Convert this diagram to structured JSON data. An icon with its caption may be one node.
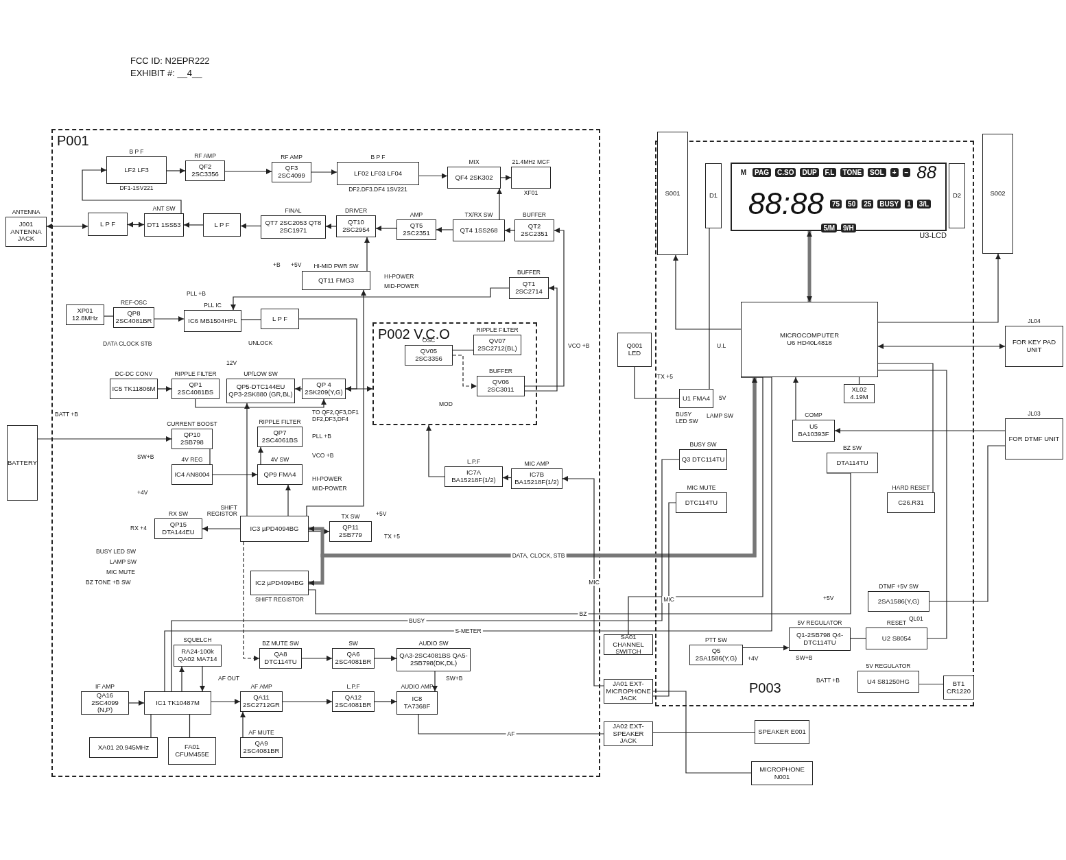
{
  "diagram": {
    "nodes": [
      {
        "text": [
          "P001"
        ]
      },
      {
        "text": [
          "B P F",
          "LF2 LF3",
          "DF1-1SV221"
        ],
        "in": 0
      },
      {
        "text": [
          "RF AMP",
          "QF2 2SC3356"
        ],
        "in": 0
      },
      {
        "text": [
          "RF AMP",
          "QF3 2SC4099"
        ],
        "in": 0
      },
      {
        "text": [
          "B P F",
          "LF02 LF03 LF04",
          "DF2.DF3.DF4 1SV221"
        ],
        "in": 0
      },
      {
        "text": [
          "MIX",
          "QF4 2SK302"
        ],
        "in": 0
      },
      {
        "text": [
          "21.4MHz MCF",
          "XF01"
        ],
        "in": 0
      },
      {
        "text": [
          "BUFFER",
          "QT2 2SC2351"
        ],
        "in": 0
      },
      {
        "text": [
          "TX/RX SW",
          "QT4 1SS268"
        ],
        "in": 0
      },
      {
        "text": [
          "AMP",
          "QT5 2SC2351"
        ],
        "in": 0
      },
      {
        "text": [
          "DRIVER",
          "QT10 2SC2954"
        ],
        "in": 0
      },
      {
        "text": [
          "FINAL",
          "QT7 2SC2053 QT8 2SC1971"
        ],
        "in": 0
      },
      {
        "text": [
          "L P F"
        ],
        "in": 0
      },
      {
        "text": [
          "ANT SW",
          "DT1 1SS53"
        ],
        "in": 0
      },
      {
        "text": [
          "L P F"
        ],
        "in": 0
      },
      {
        "text": [
          "ANTENNA",
          "J001 ANTENNA JACK"
        ]
      },
      {
        "text": [
          "HI-MID PWR SW",
          "QT11 FMG3"
        ],
        "in": 0
      },
      {
        "text": [
          "BUFFER",
          "QT1 2SC2714"
        ],
        "in": 0
      },
      {
        "text": [
          "XP01 12.8MHz"
        ],
        "in": 0
      },
      {
        "text": [
          "REF-OSC",
          "QP8 2SC4081BR"
        ],
        "in": 0
      },
      {
        "text": [
          "PLL IC",
          "IC6 MB1504HPL"
        ],
        "in": 0
      },
      {
        "text": [
          "L P F"
        ],
        "in": 0
      },
      {
        "text": [
          "P002 V.C.O"
        ],
        "in": 0
      },
      {
        "text": [
          "RIPPLE FILTER",
          "QV07 2SC2712(BL)"
        ],
        "in": 22
      },
      {
        "text": [
          "OSC",
          "QV05 2SC3356"
        ],
        "in": 22
      },
      {
        "text": [
          "BUFFER",
          "QV06 2SC3011"
        ],
        "in": 22
      },
      {
        "text": [
          "DC-DC CONV",
          "IC5 TK11806M"
        ],
        "in": 0
      },
      {
        "text": [
          "RIPPLE FILTER",
          "QP1 2SC4081BS"
        ],
        "in": 0
      },
      {
        "text": [
          "UP/LOW SW",
          "QP5-DTC144EU QP3-2SK880 (GR,BL)"
        ],
        "in": 0
      },
      {
        "text": [
          "QP 4 2SK209(Y,G)"
        ],
        "in": 0
      },
      {
        "text": [
          "CURRENT BOOST",
          "QP10 2SB798"
        ],
        "in": 0
      },
      {
        "text": [
          "4V REG",
          "IC4 AN8004"
        ],
        "in": 0
      },
      {
        "text": [
          "RIPPLE FILTER",
          "QP7 2SC4061BS"
        ],
        "in": 0
      },
      {
        "text": [
          "4V SW",
          "QP9 FMA4"
        ],
        "in": 0
      },
      {
        "text": [
          "L.P.F",
          "IC7A BA15218F(1/2)"
        ],
        "in": 0
      },
      {
        "text": [
          "MIC AMP",
          "IC7B BA15218F(1/2)"
        ],
        "in": 0
      },
      {
        "text": [
          "RX SW",
          "QP15 DTA144EU"
        ],
        "in": 0
      },
      {
        "text": [
          "SHIFT REGISTOR",
          "IC3 µPD4094BG"
        ],
        "in": 0
      },
      {
        "text": [
          "TX SW",
          "QP11 2SB779"
        ],
        "in": 0
      },
      {
        "text": [
          "IC2 µPD4094BG",
          "SHIFT REGISTOR"
        ],
        "in": 0
      },
      {
        "text": [
          "SQUELCH",
          "RA24-100k QA02 MA714"
        ],
        "in": 0
      },
      {
        "text": [
          "BZ MUTE SW",
          "QA8 DTC114TU"
        ],
        "in": 0
      },
      {
        "text": [
          "SW",
          "QA6 2SC4081BR"
        ],
        "in": 0
      },
      {
        "text": [
          "AUDIO SW",
          "QA3-2SC4081BS QA5-2SB798(DK,DL)"
        ],
        "in": 0
      },
      {
        "text": [
          "IF AMP",
          "QA16 2SC4099 (N,P)"
        ],
        "in": 0
      },
      {
        "text": [
          "IC1 TK10487M"
        ],
        "in": 0
      },
      {
        "text": [
          "AF AMP",
          "QA11 2SC2712GR"
        ],
        "in": 0
      },
      {
        "text": [
          "L.P.F",
          "QA12 2SC4081BR"
        ],
        "in": 0
      },
      {
        "text": [
          "AUDIO AMP",
          "IC8 TA7368F"
        ],
        "in": 0
      },
      {
        "text": [
          "AF MUTE",
          "QA9 2SC4081BR"
        ],
        "in": 0
      },
      {
        "text": [
          "XA01 20.945MHz"
        ],
        "in": 0
      },
      {
        "text": [
          "FA01 CFUM455E"
        ],
        "in": 0
      },
      {
        "text": [
          "BATTERY"
        ]
      },
      {
        "text": [
          "P003"
        ]
      },
      {
        "text": [
          "M",
          "PAG",
          "C.SO",
          "DUP",
          "F.L",
          "TONE",
          "SOL",
          "+",
          "−",
          "88",
          "88:88",
          "75",
          "50",
          "25",
          "BUSY",
          "1",
          "3/L",
          "5/M",
          "9/H"
        ],
        "beside": [
          "U3-LCD"
        ],
        "in": 53
      },
      {
        "text": [
          "D1"
        ],
        "in": 53
      },
      {
        "text": [
          "D2"
        ],
        "in": 53
      },
      {
        "text": [
          "S001"
        ]
      },
      {
        "text": [
          "S002"
        ]
      },
      {
        "text": [
          "MICROCOMPUTER",
          "U6 HD40L4818"
        ],
        "in": 53
      },
      {
        "text": [
          "Q001 LED"
        ]
      },
      {
        "text": [
          "U1 FMA4"
        ],
        "in": 53
      },
      {
        "text": [
          "BUSY SW",
          "Q3 DTC114TU"
        ],
        "in": 53
      },
      {
        "text": [
          "MIC MUTE",
          "DTC114TU"
        ],
        "in": 53
      },
      {
        "text": [
          "COMP",
          "U5 BA10393F"
        ],
        "in": 53
      },
      {
        "text": [
          "BZ SW",
          "DTA114TU"
        ],
        "in": 53
      },
      {
        "text": [
          "HARD RESET",
          "C26.R31"
        ],
        "in": 53
      },
      {
        "text": [
          "XL02 4.19M"
        ],
        "in": 53
      },
      {
        "text": [
          "JL04",
          "FOR KEY PAD UNIT"
        ]
      },
      {
        "text": [
          "JL03",
          "FOR DTMF UNIT"
        ]
      },
      {
        "text": [
          "DTMF +5V SW",
          "2SA1586(Y,G)"
        ],
        "in": 53
      },
      {
        "text": [
          "5V REGULATOR",
          "Q1-2SB798 Q4-DTC114TU"
        ],
        "in": 53
      },
      {
        "text": [
          "RESET",
          "U2 S8054"
        ],
        "in": 53
      },
      {
        "text": [
          "PTT SW",
          "Q5 2SA1586(Y,G)"
        ],
        "in": 53
      },
      {
        "text": [
          "5V REGULATOR",
          "U4 S81250HG"
        ],
        "in": 53
      },
      {
        "text": [
          "BT1 CR1220"
        ],
        "in": 53
      },
      {
        "text": [
          "SA01 CHANNEL SWITCH"
        ]
      },
      {
        "text": [
          "JA01 EXT-MICROPHONE JACK"
        ]
      },
      {
        "text": [
          "JA02 EXT-SPEAKER JACK"
        ]
      },
      {
        "text": [
          "SPEAKER E001"
        ]
      },
      {
        "text": [
          "MICROPHONE N001"
        ]
      }
    ],
    "edges": [
      {
        "from": 15,
        "to": 14,
        "arrow": "both"
      },
      {
        "from": 14,
        "to": 13,
        "arrow": "both"
      },
      {
        "from": 13,
        "to": 1,
        "arrow": "to"
      },
      {
        "from": 1,
        "to": 2,
        "arrow": "to"
      },
      {
        "from": 2,
        "to": 3,
        "arrow": "to"
      },
      {
        "from": 3,
        "to": 4,
        "arrow": "to"
      },
      {
        "from": 4,
        "to": 5,
        "arrow": "to"
      },
      {
        "from": 5,
        "to": 6,
        "arrow": "to"
      },
      {
        "from": 8,
        "to": 5,
        "arrow": "to"
      },
      {
        "from": 7,
        "to": 8,
        "arrow": "to"
      },
      {
        "from": 8,
        "to": 9,
        "arrow": "to"
      },
      {
        "from": 9,
        "to": 10,
        "arrow": "to"
      },
      {
        "from": 10,
        "to": 11,
        "arrow": "to"
      },
      {
        "from": 11,
        "to": 12,
        "arrow": "to"
      },
      {
        "from": 12,
        "to": 13,
        "arrow": "to"
      },
      {
        "from": 16,
        "to": 10,
        "arrow": "to"
      },
      {
        "from": 18,
        "to": 19,
        "arrow": "none"
      },
      {
        "from": 19,
        "to": 20,
        "arrow": "to"
      },
      {
        "from": 17,
        "to": 20,
        "arrow": "to"
      },
      {
        "from": 20,
        "to": 21,
        "arrow": "none"
      },
      {
        "from": 21,
        "to": 29,
        "arrow": "to"
      },
      {
        "from": 29,
        "to": 22,
        "arrow": "both"
      },
      {
        "from": 23,
        "to": 24,
        "arrow": "none"
      },
      {
        "from": 24,
        "to": 25,
        "arrow": "to",
        "style": "dashed"
      },
      {
        "from": 25,
        "to": 7,
        "arrow": "to"
      },
      {
        "from": 25,
        "to": 17,
        "arrow": "to"
      },
      {
        "from": 26,
        "to": 27,
        "arrow": "to"
      },
      {
        "from": 27,
        "to": 29,
        "arrow": "to"
      },
      {
        "from": 29,
        "to": 28,
        "arrow": "to"
      },
      {
        "from": 52,
        "to": 30,
        "arrow": "to"
      },
      {
        "from": 30,
        "to": 31,
        "arrow": "none"
      },
      {
        "from": 31,
        "to": 33,
        "arrow": "to"
      },
      {
        "from": 33,
        "to": 32,
        "arrow": "to"
      },
      {
        "from": 37,
        "to": 33,
        "arrow": "to"
      },
      {
        "from": 37,
        "to": 36,
        "arrow": "to"
      },
      {
        "from": 37,
        "to": 38,
        "arrow": "to"
      },
      {
        "from": 37,
        "to": 28,
        "arrow": "to"
      },
      {
        "from": 37,
        "to": 16,
        "arrow": "to"
      },
      {
        "from": 35,
        "to": 34,
        "arrow": "to"
      },
      {
        "from": 34,
        "to": 22,
        "arrow": "to"
      },
      {
        "from": 44,
        "to": 45,
        "arrow": "to"
      },
      {
        "from": 45,
        "to": 40,
        "arrow": "to"
      },
      {
        "from": 40,
        "to": 45,
        "arrow": "to"
      },
      {
        "from": 50,
        "to": 45,
        "arrow": "none"
      },
      {
        "from": 51,
        "to": 45,
        "arrow": "none"
      },
      {
        "from": 45,
        "to": 46,
        "arrow": "to"
      },
      {
        "from": 49,
        "to": 46,
        "arrow": "to"
      },
      {
        "from": 46,
        "to": 47,
        "arrow": "to"
      },
      {
        "from": 47,
        "to": 48,
        "arrow": "to"
      },
      {
        "from": 37,
        "to": 41,
        "arrow": "to",
        "style": "dashed"
      },
      {
        "from": 41,
        "to": 42,
        "arrow": "to"
      },
      {
        "from": 42,
        "to": 43,
        "arrow": "to"
      },
      {
        "from": 43,
        "to": 48,
        "arrow": "to"
      },
      {
        "from": 54,
        "to": 59,
        "arrow": "both",
        "style": "thick"
      },
      {
        "from": 59,
        "to": 57,
        "arrow": "to"
      },
      {
        "from": 59,
        "to": 58,
        "arrow": "to"
      },
      {
        "from": 68,
        "to": 59,
        "arrow": "both"
      },
      {
        "from": 55,
        "to": 61,
        "arrow": "none"
      },
      {
        "from": 64,
        "to": 59,
        "arrow": "to"
      },
      {
        "from": 66,
        "to": 59,
        "arrow": "none"
      },
      {
        "from": 67,
        "to": 59,
        "arrow": "none"
      },
      {
        "from": 69,
        "to": 64,
        "arrow": "to"
      },
      {
        "from": 73,
        "to": 71,
        "arrow": "to"
      },
      {
        "from": 71,
        "to": 72,
        "arrow": "none"
      },
      {
        "from": 72,
        "to": 59,
        "arrow": "none"
      },
      {
        "from": 74,
        "to": 75,
        "arrow": "none"
      },
      {
        "from": 70,
        "to": 69,
        "arrow": "none"
      },
      {
        "from": 76,
        "to": 59,
        "arrow": "none"
      },
      {
        "from": 59,
        "to": 37,
        "label": "DATA, CLOCK, STB",
        "arrow": "both",
        "style": "thick"
      },
      {
        "from": 59,
        "to": 39,
        "arrow": "both",
        "style": "thick"
      },
      {
        "from": 80,
        "to": 77,
        "arrow": "none"
      },
      {
        "from": 77,
        "to": 35,
        "label": "MIC",
        "arrow": "to"
      },
      {
        "from": 39,
        "to": 65,
        "label": "BZ",
        "arrow": "none"
      },
      {
        "from": 45,
        "to": 59,
        "label": "S-METER",
        "arrow": "none"
      },
      {
        "from": 45,
        "to": 62,
        "label": "BUSY",
        "arrow": "none"
      },
      {
        "from": 48,
        "to": 78,
        "label": "AF",
        "arrow": "none"
      },
      {
        "from": 63,
        "to": 77,
        "label": "MIC",
        "arrow": "none"
      },
      {
        "from": 78,
        "to": 79,
        "arrow": "none"
      },
      {
        "from": 60,
        "to": 61,
        "arrow": "none"
      }
    ],
    "labels": [
      "FCC ID:  N2EPR222",
      "EXHIBIT #:  __4__",
      "+B",
      "+5V",
      "HI-POWER",
      "MID-POWER",
      "PLL +B",
      "DATA CLOCK STB",
      "UNLOCK",
      "12V",
      "VCO +B",
      "MOD",
      "BATT +B",
      "TO QF2,QF3,DF1 DF2,DF3,DF4",
      "SW+B",
      "PLL +B",
      "VCO +B",
      "+4V",
      "HI-POWER",
      "MID-POWER",
      "+5V",
      "RX +4",
      "TX +5",
      "BUSY LED SW",
      "LAMP SW",
      "MIC MUTE",
      "BZ TONE +B SW",
      "AF OUT",
      "SW+B",
      "U.L",
      "TX +5",
      "5V",
      "BUSY LED SW",
      "LAMP SW",
      "+5V",
      "QL01",
      "+4V",
      "SW+B",
      "BATT +B"
    ]
  }
}
